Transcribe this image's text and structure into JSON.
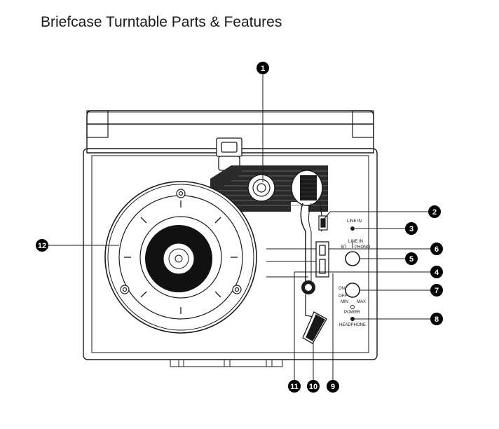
{
  "title": "Briefcase Turntable Parts & Features",
  "panel_labels": {
    "line_in": "LINE IN",
    "line_in_switch": "LINE IN",
    "bt": "BT",
    "phono": "PHONO",
    "on": "ON",
    "off": "OFF",
    "min": "MIN",
    "max": "MAX",
    "power": "POWER",
    "headphone": "HEADPHONE"
  },
  "callouts": [
    "1",
    "2",
    "3",
    "4",
    "5",
    "6",
    "7",
    "8",
    "9",
    "10",
    "11",
    "12"
  ],
  "colors": {
    "line": "#1a1a1a",
    "callout_bg": "#000000",
    "callout_text": "#ffffff"
  }
}
